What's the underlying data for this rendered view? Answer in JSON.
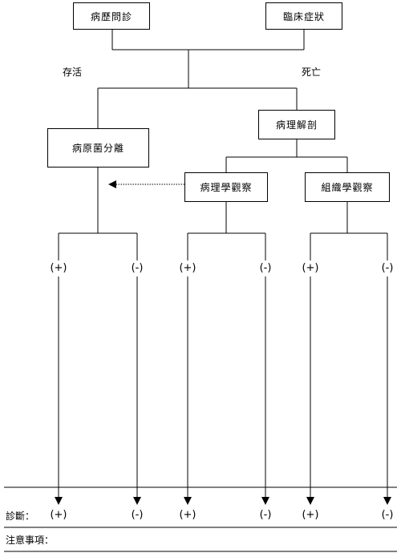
{
  "nodes": {
    "history": "病歷問診",
    "symptoms": "臨床症狀",
    "autopsy": "病理解剖",
    "isolation": "病原菌分離",
    "pathology": "病理學觀察",
    "histology": "組織學觀察"
  },
  "branch": {
    "survive": "存活",
    "death": "死亡"
  },
  "result": {
    "pos": "(+)",
    "neg": "(-)"
  },
  "footer": {
    "diagnosis": "診斷：",
    "notes": "注意事項："
  }
}
